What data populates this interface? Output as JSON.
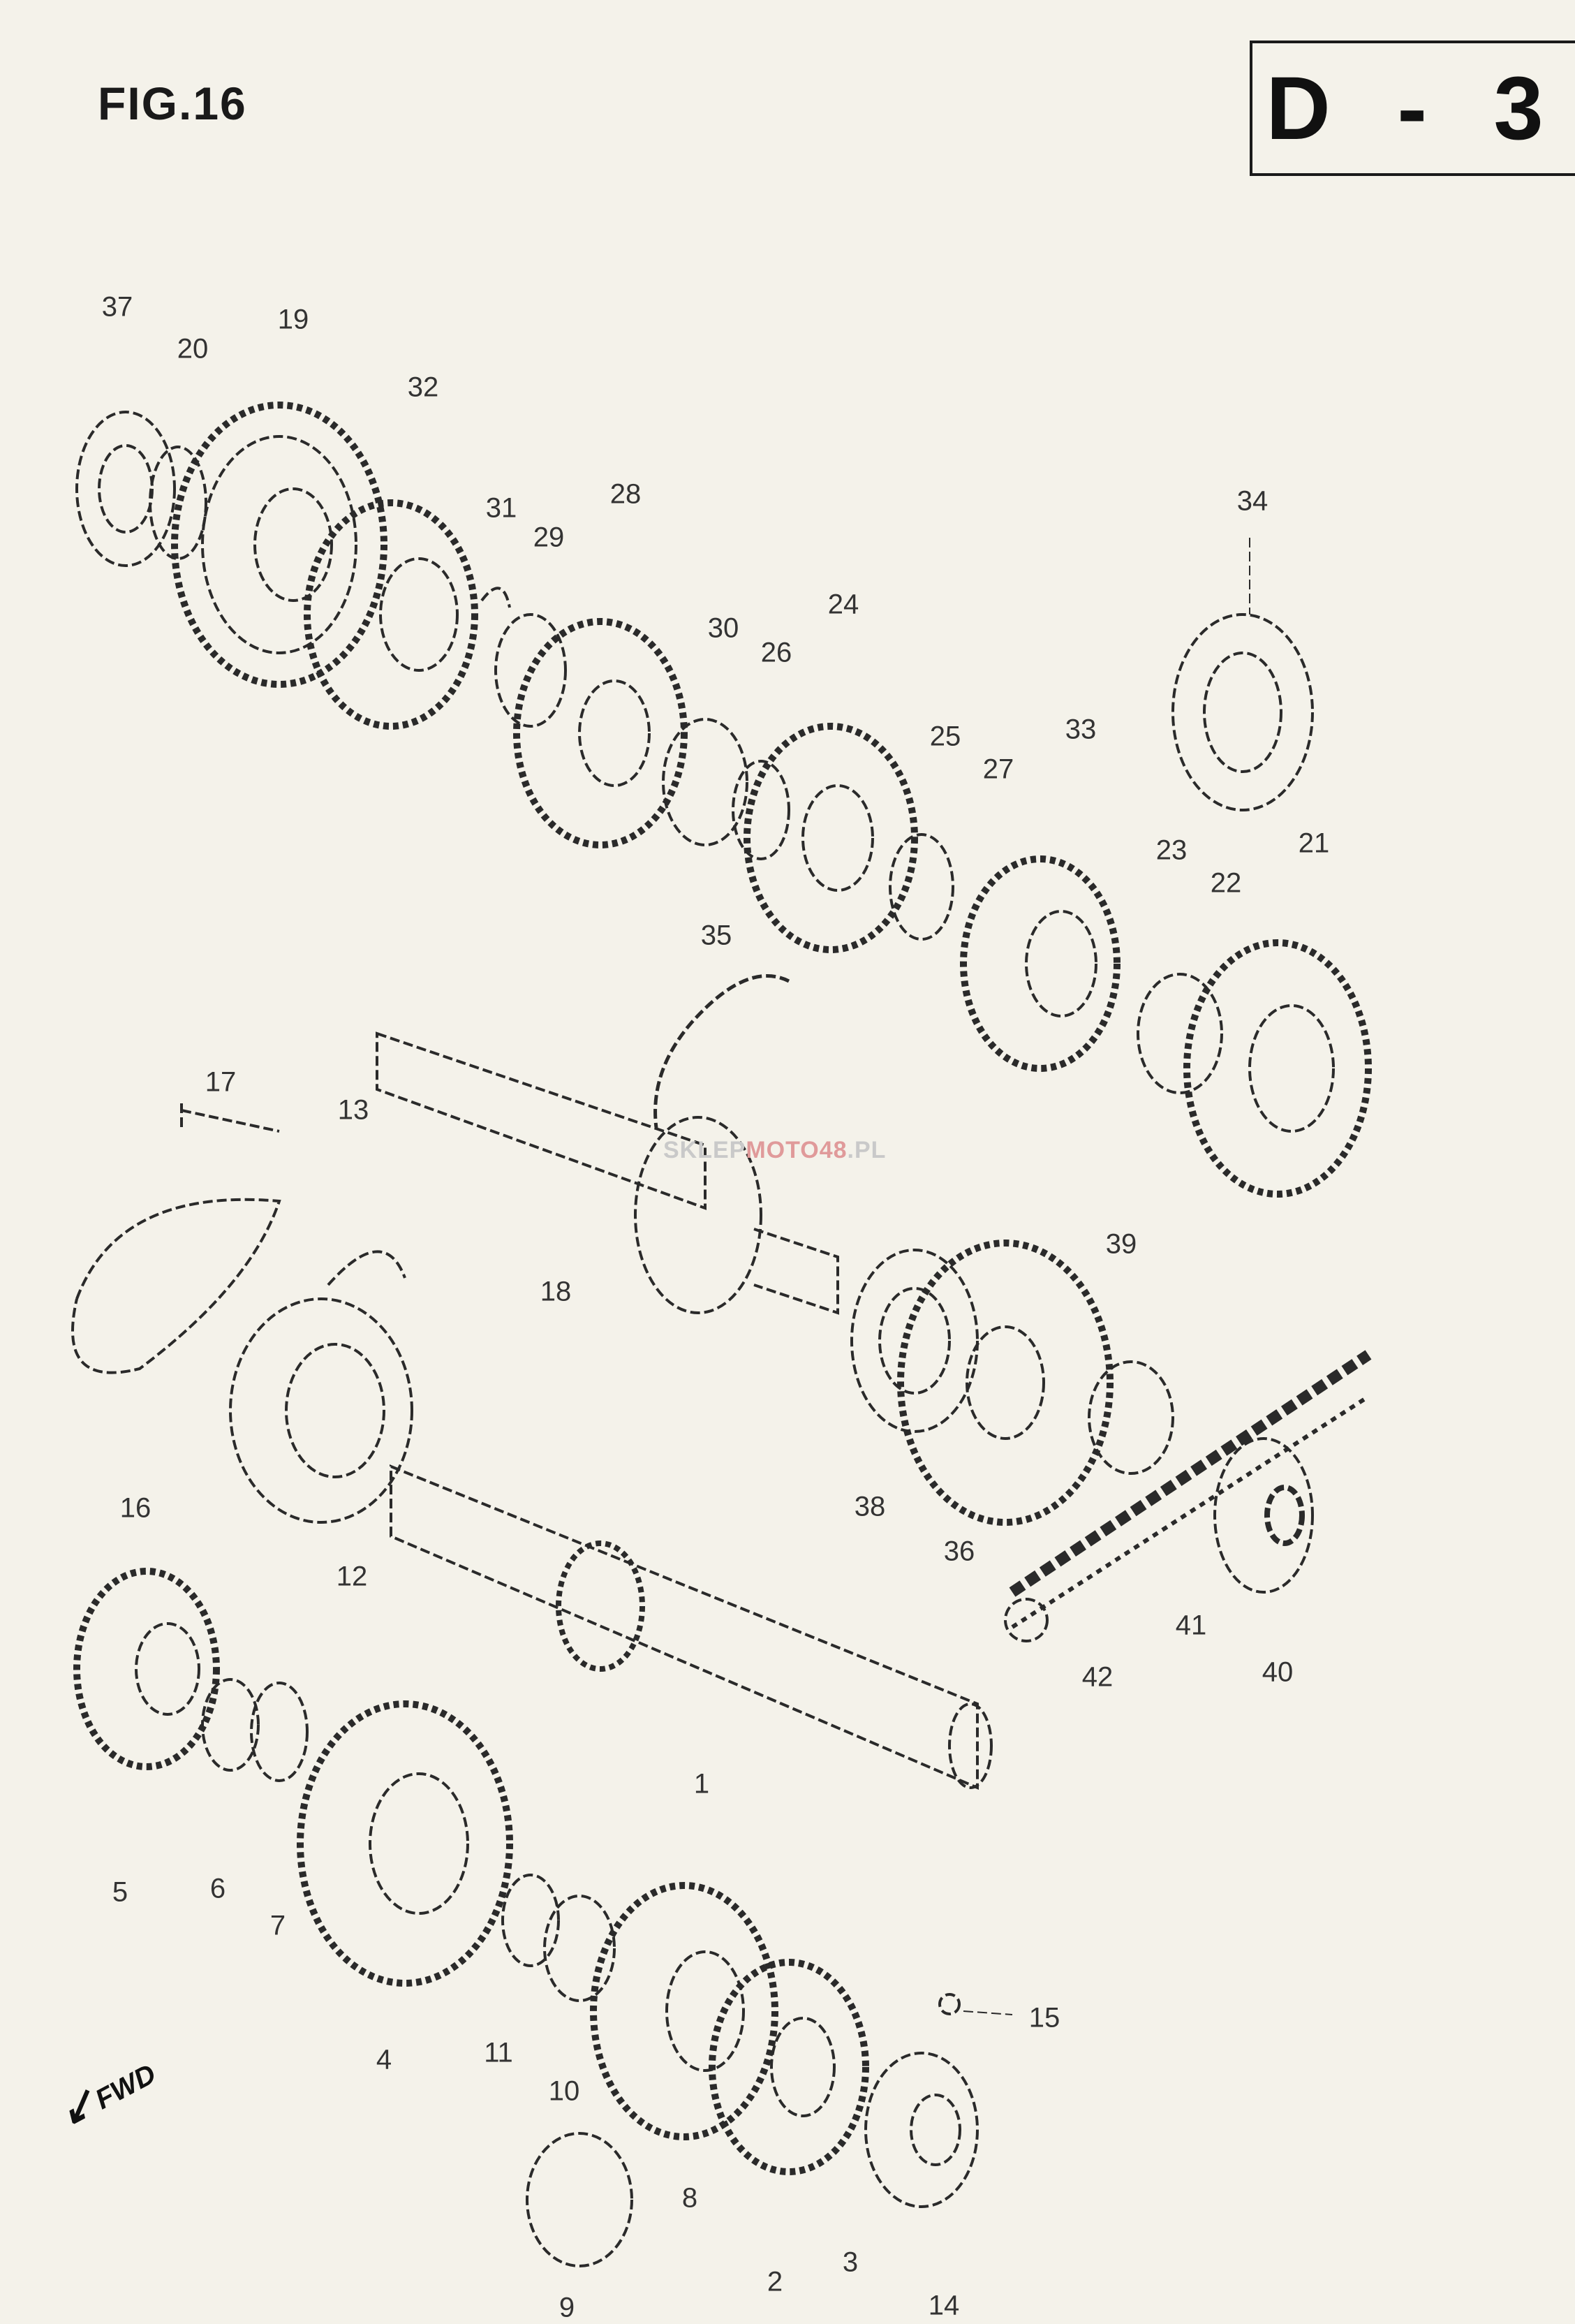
{
  "figure_label": "FIG.16",
  "page_code": "D - 3",
  "fwd_marker": "FWD",
  "watermark": {
    "prefix": "SKLEP",
    "highlight": "MOTO48",
    "suffix": ".PL"
  },
  "callouts": {
    "c1": "1",
    "c2": "2",
    "c3": "3",
    "c4": "4",
    "c5": "5",
    "c6": "6",
    "c7": "7",
    "c8": "8",
    "c9": "9",
    "c10": "10",
    "c11": "11",
    "c12": "12",
    "c13": "13",
    "c14": "14",
    "c15": "15",
    "c16": "16",
    "c17": "17",
    "c18": "18",
    "c19": "19",
    "c20": "20",
    "c21": "21",
    "c22": "22",
    "c23": "23",
    "c24": "24",
    "c25": "25",
    "c26": "26",
    "c27": "27",
    "c28": "28",
    "c29": "29",
    "c30": "30",
    "c31": "31",
    "c32": "32",
    "c33": "33",
    "c34": "34",
    "c35": "35",
    "c36": "36",
    "c37": "37",
    "c38": "38",
    "c39": "39",
    "c40": "40",
    "c41": "41",
    "c42": "42"
  },
  "colors": {
    "paper": "#f4f2ea",
    "ink": "#1a1a1a",
    "watermark_accent": "#e09a9a"
  }
}
